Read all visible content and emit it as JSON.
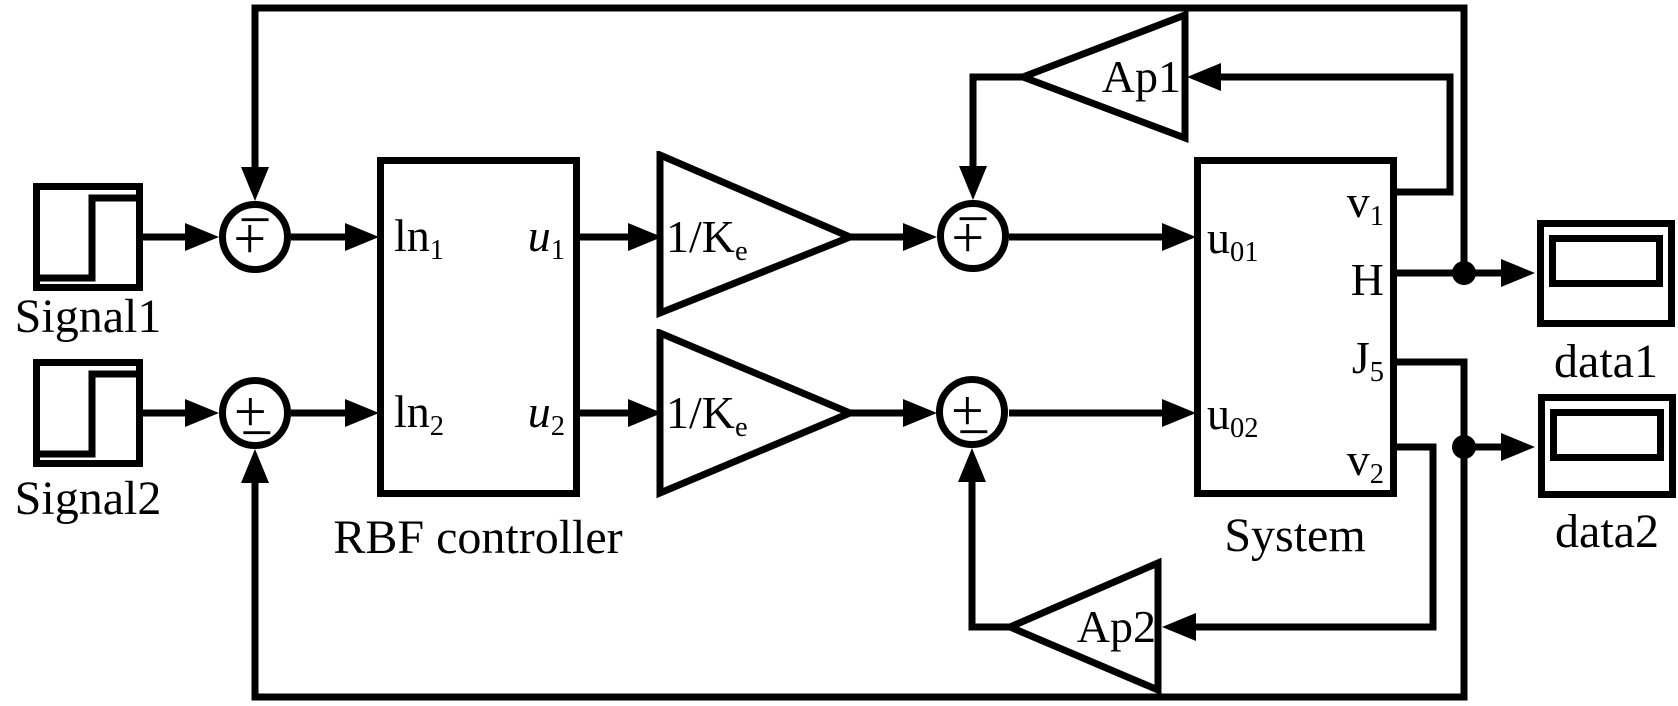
{
  "sources": [
    {
      "label": "Signal1"
    },
    {
      "label": "Signal2"
    }
  ],
  "sums": [
    {
      "top": "−",
      "left": "+"
    },
    {
      "left": "+",
      "bottom": "−"
    },
    {
      "top": "−",
      "left": "+"
    },
    {
      "left": "+",
      "bottom": "−"
    }
  ],
  "controller": {
    "caption": "RBF controller",
    "inputs": [
      {
        "base": "ln",
        "sub": "1"
      },
      {
        "base": "ln",
        "sub": "2"
      }
    ],
    "outputs": [
      {
        "base": "u",
        "sub": "1"
      },
      {
        "base": "u",
        "sub": "2"
      }
    ]
  },
  "gains": {
    "ke1": {
      "base": "1/K",
      "sub": "e"
    },
    "ke2": {
      "base": "1/K",
      "sub": "e"
    },
    "ap1": {
      "label": "Ap1"
    },
    "ap2": {
      "label": "Ap2"
    }
  },
  "system": {
    "caption": "System",
    "inputs": [
      {
        "base": "u",
        "sub": "01"
      },
      {
        "base": "u",
        "sub": "02"
      }
    ],
    "outputs": [
      {
        "base": "v",
        "sub": "1"
      },
      {
        "base": "H",
        "sub": ""
      },
      {
        "base": "J",
        "sub": "5"
      },
      {
        "base": "v",
        "sub": "2"
      }
    ]
  },
  "scopes": [
    {
      "label": "data1"
    },
    {
      "label": "data2"
    }
  ],
  "colors": {
    "line": "#000000",
    "background": "#ffffff"
  }
}
